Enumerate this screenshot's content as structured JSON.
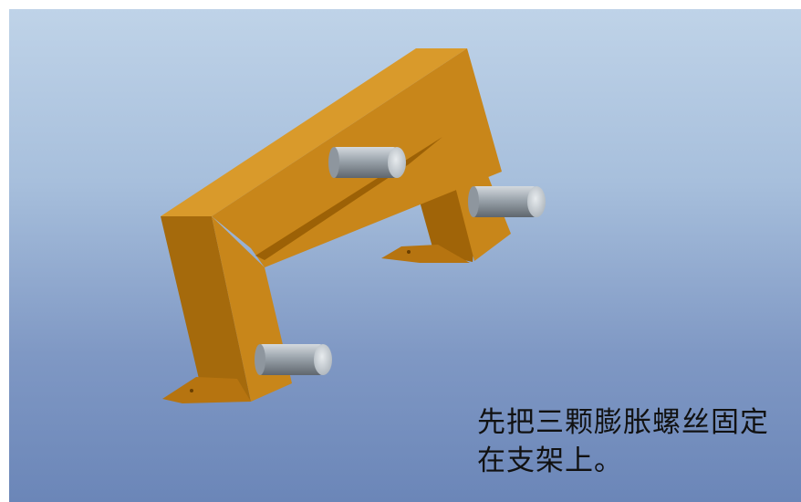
{
  "caption": {
    "line1": "先把三颗膨胀螺丝固定",
    "line2": "在支架上。"
  },
  "colors": {
    "background_top": "#bfd3e8",
    "background_bottom": "#6b86b8",
    "bracket_front": "#c8861a",
    "bracket_side": "#a06408",
    "bracket_top": "#d99a2b",
    "bolt": "#9aa3ab"
  },
  "objects": {
    "bracket": "orange-bracket",
    "bolts": [
      "expansion-bolt",
      "expansion-bolt",
      "expansion-bolt"
    ]
  }
}
